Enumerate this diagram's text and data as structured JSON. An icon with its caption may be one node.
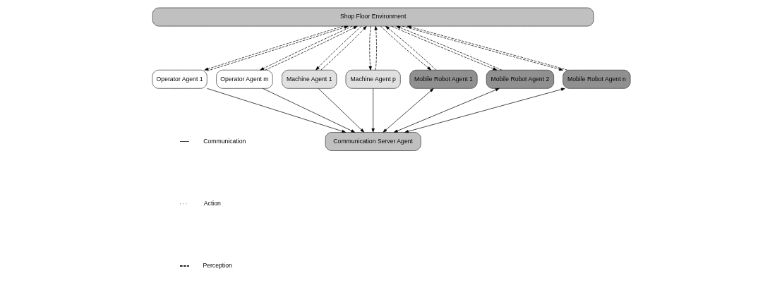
{
  "diagram": {
    "nodes": [
      {
        "text": [
          "Shop Floor Environment"
        ]
      },
      {
        "text": [
          "Operator Agent 1"
        ]
      },
      {
        "text": [
          "Operator Agent m"
        ]
      },
      {
        "text": [
          "Machine Agent 1"
        ]
      },
      {
        "text": [
          "Machine Agent p"
        ]
      },
      {
        "text": [
          "Mobile Robot Agent 1"
        ]
      },
      {
        "text": [
          "Mobile Robot Agent 2"
        ]
      },
      {
        "text": [
          "Mobile Robot Agent n"
        ]
      },
      {
        "text": [
          "Communication Server Agent"
        ]
      }
    ],
    "edges": [
      {
        "from": 0,
        "to": 1,
        "arrow": "to",
        "style": "dashed"
      },
      {
        "from": 1,
        "to": 0,
        "arrow": "to",
        "style": "dashed"
      },
      {
        "from": 0,
        "to": 2,
        "arrow": "to",
        "style": "dashed"
      },
      {
        "from": 2,
        "to": 0,
        "arrow": "to",
        "style": "dashed"
      },
      {
        "from": 0,
        "to": 3,
        "arrow": "to",
        "style": "dashed"
      },
      {
        "from": 3,
        "to": 0,
        "arrow": "to",
        "style": "dashed"
      },
      {
        "from": 0,
        "to": 4,
        "arrow": "to",
        "style": "dashed"
      },
      {
        "from": 4,
        "to": 0,
        "arrow": "to",
        "style": "dashed"
      },
      {
        "from": 0,
        "to": 5,
        "arrow": "to",
        "style": "dashed"
      },
      {
        "from": 5,
        "to": 0,
        "arrow": "to",
        "style": "dashed"
      },
      {
        "from": 0,
        "to": 6,
        "arrow": "to",
        "style": "dashed"
      },
      {
        "from": 6,
        "to": 0,
        "arrow": "to",
        "style": "dashed"
      },
      {
        "from": 0,
        "to": 7,
        "arrow": "to",
        "style": "dashed"
      },
      {
        "from": 7,
        "to": 0,
        "arrow": "to",
        "style": "dashed"
      },
      {
        "from": 1,
        "to": 8,
        "arrow": "to"
      },
      {
        "from": 2,
        "to": 8,
        "arrow": "to"
      },
      {
        "from": 3,
        "to": 8,
        "arrow": "to"
      },
      {
        "from": 4,
        "to": 8,
        "arrow": "to"
      },
      {
        "from": 5,
        "to": 8,
        "arrow": "both"
      },
      {
        "from": 6,
        "to": 8,
        "arrow": "both"
      },
      {
        "from": 7,
        "to": 8,
        "arrow": "both"
      }
    ],
    "legend": [
      {
        "text": "Communication"
      },
      {
        "text": "Action"
      },
      {
        "text": "Perception"
      }
    ]
  }
}
